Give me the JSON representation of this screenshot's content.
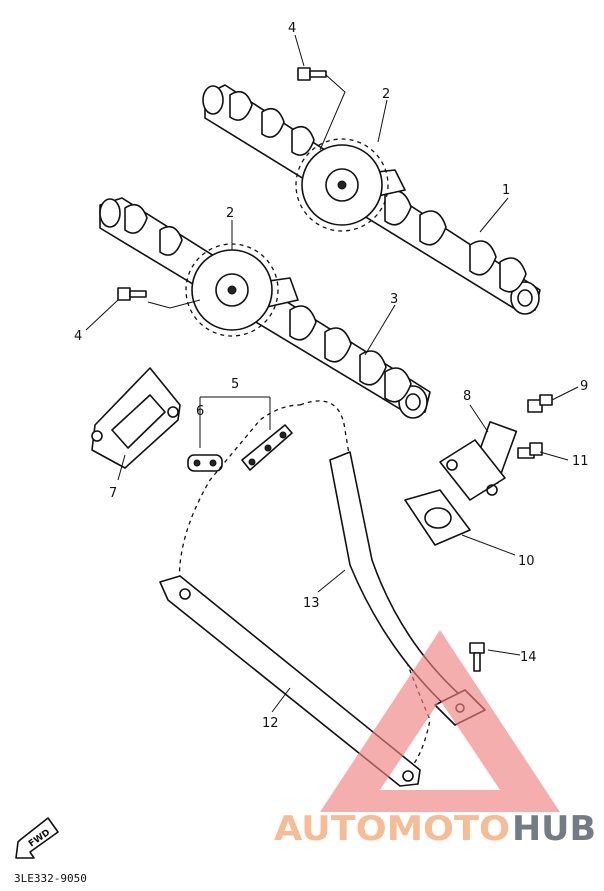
{
  "diagram": {
    "parts": [
      {
        "num": "1"
      },
      {
        "num": "2"
      },
      {
        "num": "2"
      },
      {
        "num": "3"
      },
      {
        "num": "4"
      },
      {
        "num": "4"
      },
      {
        "num": "5"
      },
      {
        "num": "6"
      },
      {
        "num": "7"
      },
      {
        "num": "8"
      },
      {
        "num": "9"
      },
      {
        "num": "10"
      },
      {
        "num": "11"
      },
      {
        "num": "12"
      },
      {
        "num": "13"
      },
      {
        "num": "14"
      }
    ],
    "fwd_label": "FWD",
    "drawing_code": "3LE332-9050"
  },
  "watermark": {
    "brand_part1": "AUTOMOTO",
    "brand_part2": "HUB",
    "triangle_color": "#f08080",
    "part1_color": "#f4b183",
    "part2_color": "#5b6470"
  }
}
